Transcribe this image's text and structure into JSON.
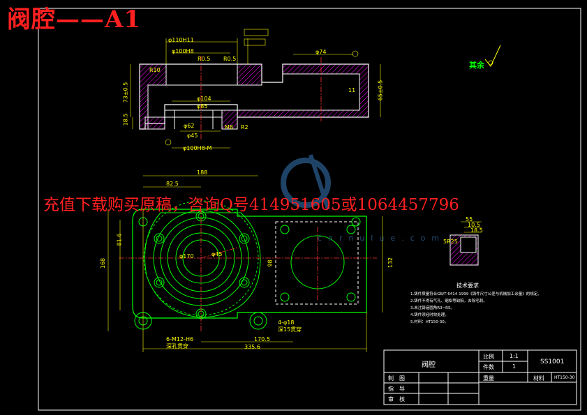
{
  "header": {
    "title": "阀腔——A1"
  },
  "promo_text": "充值下载购买原稿，咨询Q号414951605或1064457796",
  "watermark_text": "cnrnulue.com",
  "roughness_label": "其余",
  "top_view_dims": {
    "d110": "φ110H11",
    "d100": "φ100H8",
    "r05": "R0.5",
    "r05b": "R0.5",
    "d74": "φ74",
    "r10": "R10",
    "d104": "φ104",
    "d85": "φ85",
    "d62": "φ62",
    "d45": "φ45",
    "m8": "M8",
    "d100b": "φ100H8-M",
    "h11": "11",
    "h185": "18.5",
    "h73": "73±0.5",
    "h65": "65±0.5",
    "r2": "R2"
  },
  "plan_view_dims": {
    "w188": "188",
    "w825": "82.5",
    "d170": "φ170",
    "d45": "φ45",
    "h816": "81.6",
    "h168": "168",
    "w98": "98",
    "h132": "132",
    "d1705": "170.5",
    "w3356": "335.6",
    "holes": "6-M12-H6",
    "holes_note": "4-φ18",
    "holes_label": "深孔贯穿",
    "holes_depth": "深15贯穿"
  },
  "section_dims": {
    "w55": "55",
    "h10": "10.5",
    "h5": "18.5",
    "r": "5R25"
  },
  "tech_notes": {
    "title": "技术要求",
    "items": [
      "1.铸件质量符合GB/T 6414-1999《铸件尺寸公差与机械加工余量》的规定。",
      "2.铸件不得有气孔、缩松等缺陷，去除毛刺。",
      "3.未注铸造圆角R3~R5。",
      "4.铸件须经时效处理。",
      "5.材料：HT150-30。"
    ]
  },
  "title_block": {
    "part_name": "阀腔",
    "scale_label": "比例",
    "scale_value": "1:1",
    "qty_label": "件数",
    "qty_value": "1",
    "drawing_no": "SS1001",
    "weight_label": "重量",
    "material_label": "材料",
    "material_value": "HT150-30",
    "drawn_label": "制　图",
    "checked_label": "指　导",
    "approved_label": "审　核"
  },
  "colors": {
    "outline": "#ffffff",
    "geometry": "#00ff00",
    "centerline": "#ff3030",
    "dimension": "#ffff00",
    "hatch": "#ff00ff",
    "watermark": "#2a5a8a"
  }
}
